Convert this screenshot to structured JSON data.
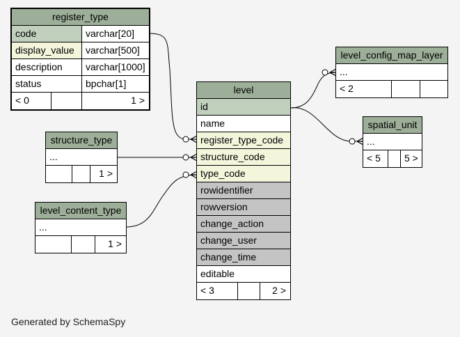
{
  "register_type": {
    "title": "register_type",
    "columns": [
      {
        "name": "code",
        "type": "varchar[20]",
        "kind": "pk"
      },
      {
        "name": "display_value",
        "type": "varchar[500]",
        "kind": "fk"
      },
      {
        "name": "description",
        "type": "varchar[1000]",
        "kind": "normal"
      },
      {
        "name": "status",
        "type": "bpchar[1]",
        "kind": "normal"
      }
    ],
    "footer_left": "< 0",
    "footer_right": "1 >"
  },
  "structure_type": {
    "title": "structure_type",
    "ellipsis": "...",
    "footer_right": "1 >"
  },
  "level_content_type": {
    "title": "level_content_type",
    "ellipsis": "...",
    "footer_right": "1 >"
  },
  "level": {
    "title": "level",
    "columns": [
      {
        "name": "id",
        "kind": "pk"
      },
      {
        "name": "name",
        "kind": "normal"
      },
      {
        "name": "register_type_code",
        "kind": "fk"
      },
      {
        "name": "structure_code",
        "kind": "fk"
      },
      {
        "name": "type_code",
        "kind": "fk"
      },
      {
        "name": "rowidentifier",
        "kind": "imp"
      },
      {
        "name": "rowversion",
        "kind": "imp"
      },
      {
        "name": "change_action",
        "kind": "imp"
      },
      {
        "name": "change_user",
        "kind": "imp"
      },
      {
        "name": "change_time",
        "kind": "imp"
      },
      {
        "name": "editable",
        "kind": "normal"
      }
    ],
    "footer_left": "< 3",
    "footer_right": "2 >"
  },
  "level_config_map_layer": {
    "title": "level_config_map_layer",
    "ellipsis": "...",
    "footer_left": "< 2"
  },
  "spatial_unit": {
    "title": "spatial_unit",
    "ellipsis": "...",
    "footer_left": "< 5",
    "footer_right": "5 >"
  },
  "footer": {
    "generated_by": "Generated by SchemaSpy"
  },
  "colors": {
    "header": "#9daf99",
    "primary_key": "#c1d0bd",
    "foreign_key": "#f4f6dc",
    "implied": "#c4c4c4",
    "background": "#f4f4f4"
  }
}
